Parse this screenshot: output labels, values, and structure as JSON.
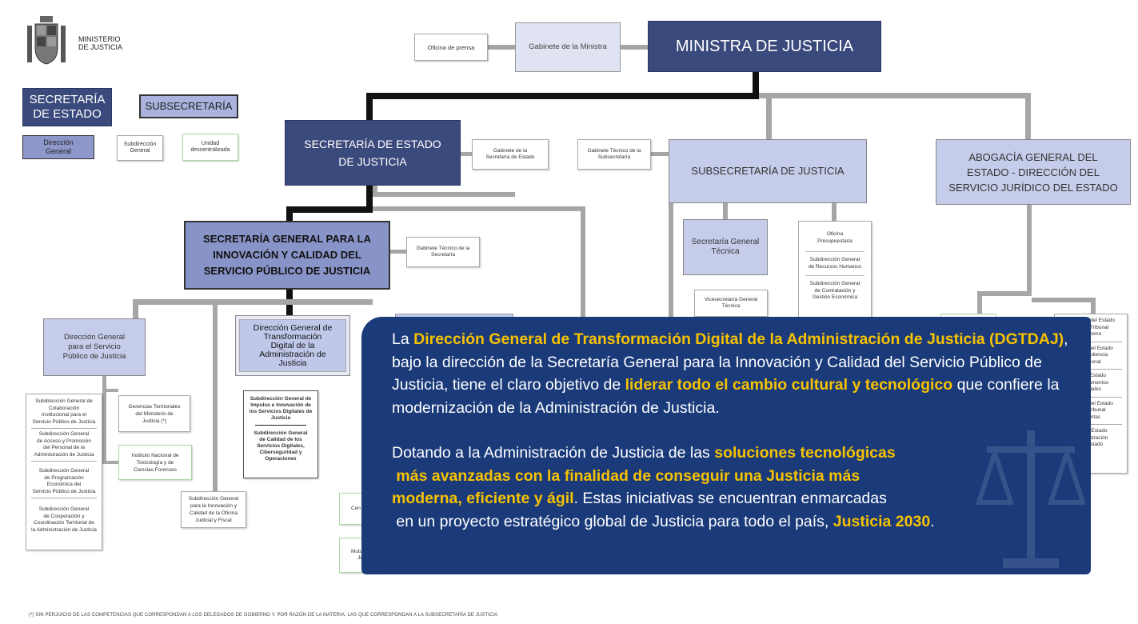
{
  "header": {
    "ministry_line1": "MINISTERIO",
    "ministry_line2": "DE JUSTICIA"
  },
  "legend": {
    "secretaria_estado_line1": "SECRETARÍA",
    "secretaria_estado_line2": "DE ESTADO",
    "subsecretaria": "SUBSECRETARÍA",
    "direccion_general_line1": "Dirección",
    "direccion_general_line2": "General",
    "subdireccion_general_line1": "Subdirección",
    "subdireccion_general_line2": "General",
    "unidad_line1": "Unidad",
    "unidad_line2": "descentralizada"
  },
  "org": {
    "ministra": "MINISTRA DE JUSTICIA",
    "gabinete_ministra": "Gabinete de la Ministra",
    "oficina_prensa": "Oficina de prensa",
    "secretaria_estado_line1": "SECRETARÍA DE ESTADO",
    "secretaria_estado_line2": "DE JUSTICIA",
    "gabinete_secretaria_estado_line1": "Gabinete de la",
    "gabinete_secretaria_estado_line2": "Secretaría de Estado",
    "gabinete_tecnico_subsecretaria_line1": "Gabinete Técnico de la",
    "gabinete_tecnico_subsecretaria_line2": "Subsecretaría",
    "subsecretaria": "SUBSECRETARÍA DE JUSTICIA",
    "abogacia_line1": "ABOGACÍA GENERAL DEL",
    "abogacia_line2": "ESTADO - DIRECCIÓN DEL",
    "abogacia_line3": "SERVICIO JURÍDICO DEL ESTADO",
    "secretaria_general_line1": "SECRETARÍA GENERAL PARA LA",
    "secretaria_general_line2": "INNOVACIÓN Y CALIDAD DEL",
    "secretaria_general_line3": "SERVICIO PÚBLICO DE JUSTICIA",
    "gabinete_tecnico_secretaria_line1": "Gabinete Técnico de la",
    "gabinete_tecnico_secretaria_line2": "Secretaría",
    "secretaria_general_tecnica_line1": "Secretaría General",
    "secretaria_general_tecnica_line2": "Técnica",
    "vicesecretaria_line1": "Vicesecretaría General",
    "vicesecretaria_line2": "Técnica",
    "oficina_presupuestaria_line1": "Oficina",
    "oficina_presupuestaria_line2": "Presupuestaria",
    "sg_recursos_humanos_line1": "Subdirección General",
    "sg_recursos_humanos_line2": "de Recursos Humanos",
    "sg_contratacion_line1": "Subdirección General",
    "sg_contratacion_line2": "de Contratación y",
    "sg_contratacion_line3": "Gestión Económica",
    "dg_servicio_publico_line1": "Dirección General",
    "dg_servicio_publico_line2": "para el Servicio",
    "dg_servicio_publico_line3": "Público de Justicia",
    "dgtdaj_line1": "Dirección General de",
    "dgtdaj_line2": "Transformación",
    "dgtdaj_line3": "Digital de la",
    "dgtdaj_line4": "Administración de",
    "dgtdaj_line5": "Justicia",
    "sg_impulso_line1": "Subdirección General de",
    "sg_impulso_line2": "Impulso e Innovación de",
    "sg_impulso_line3": "los Servicios Digitales de",
    "sg_impulso_line4": "Justicia",
    "sg_calidad_line1": "Subdirección General",
    "sg_calidad_line2": "de Calidad de los",
    "sg_calidad_line3": "Servicios Digitales,",
    "sg_calidad_line4": "Ciberseguridad y",
    "sg_calidad_line5": "Operaciones",
    "sg_colaboracion_line1": "Subdirección General de",
    "sg_colaboracion_line2": "Colaboración",
    "sg_colaboracion_line3": "Institucional para el",
    "sg_colaboracion_line4": "Servicio Público de Justicia",
    "sg_acceso_line1": "Subdirección General",
    "sg_acceso_line2": "de Acceso y Promoción",
    "sg_acceso_line3": "del Personal de la",
    "sg_acceso_line4": "Administración de Justicia",
    "sg_programacion_line1": "Subdirección General",
    "sg_programacion_line2": "de Programación",
    "sg_programacion_line3": "Económica del",
    "sg_programacion_line4": "Servicio Público de Justicia",
    "sg_cooperacion_line1": "Subdirección General",
    "sg_cooperacion_line2": "de Cooperación y",
    "sg_cooperacion_line3": "Coordinación Territorial de",
    "sg_cooperacion_line4": "la Administración de Justicia",
    "gerencias_line1": "Gerencias Territoriales",
    "gerencias_line2": "del Ministerio de",
    "gerencias_line3": "Justicia (*)",
    "instituto_line1": "Instituto Nacional de",
    "instituto_line2": "Toxicología y de",
    "instituto_line3": "Ciencias Forenses",
    "sg_innovacion_oficina_line1": "Subdirección General",
    "sg_innovacion_oficina_line2": "para la Innovación y",
    "sg_innovacion_oficina_line3": "Calidad de la Oficina",
    "sg_innovacion_oficina_line4": "Judicial y Fiscal",
    "partial_cen": "Cen",
    "partial_mutuali_line1": "Mutuali",
    "partial_mutuali_line2": "Judici",
    "abogacia_supremo_line1": "Abogacía del Estado",
    "abogacia_supremo_line2": "ante el Tribunal",
    "abogacia_supremo_line3": "Supremo",
    "abogacia_audiencia_line1": "bogacía del Estado",
    "abogacia_audiencia_line2": "te la Audiencia",
    "abogacia_audiencia_line3": "Nacional",
    "abogacia_departamentos_line1": "ía del Estado",
    "abogacia_departamentos_line2": "Departamentos",
    "abogacia_departamentos_line3": "isteriales",
    "abogacia_tribunal_line1": "bogacía del Estado",
    "abogacia_tribunal_line2": "te el Tribunal",
    "abogacia_tribunal_line3": "Cuentas",
    "abogacia_admin_line1": "cía del Estado",
    "abogacia_admin_line2": "Administración",
    "abogacia_admin_line3": "del Estado"
  },
  "overlay": {
    "p1_a": "La ",
    "p1_hl1": "Dirección General de Transformación Digital de la Administración de Justicia (DGTDAJ)",
    "p1_b": ", bajo la dirección de la Secretaría General para la Innovación y Calidad del Servicio Público de Justicia, tiene el claro objetivo de ",
    "p1_hl2": "liderar todo el cambio cultural y tecnológico",
    "p1_c": " que confiere la modernización de la Administración de Justicia.",
    "p2_a": "Dotando a la Administración de Justicia de las ",
    "p2_hl1": "soluciones tecnológicas",
    "p2_hl2": "más avanzadas con la finalidad de conseguir una Justicia más",
    "p2_hl3": "moderna, eficiente y ágil",
    "p2_b": ". Estas iniciativas se encuentran enmarcadas",
    "p2_c": "en un proyecto estratégico global de Justicia para todo el país, ",
    "p2_hl4": "Justicia 2030",
    "p2_d": "."
  },
  "footnote": "(*) SIN PERJUICIO DE LAS COMPETENCIAS QUE CORRESPONDAN A LOS DELEGADOS DE GOBIERNO Y, POR RAZÓN DE LA MATERIA, LAS QUE CORRESPONDAN A LA SUBSECRETARÍA DE JUSTICIA",
  "colors": {
    "dark_navy": "#3b4a7c",
    "mid_blue": "#8894c8",
    "light_blue": "#c6cdea",
    "overlay_bg": "#1a3a7a",
    "highlight": "#f6c200"
  }
}
